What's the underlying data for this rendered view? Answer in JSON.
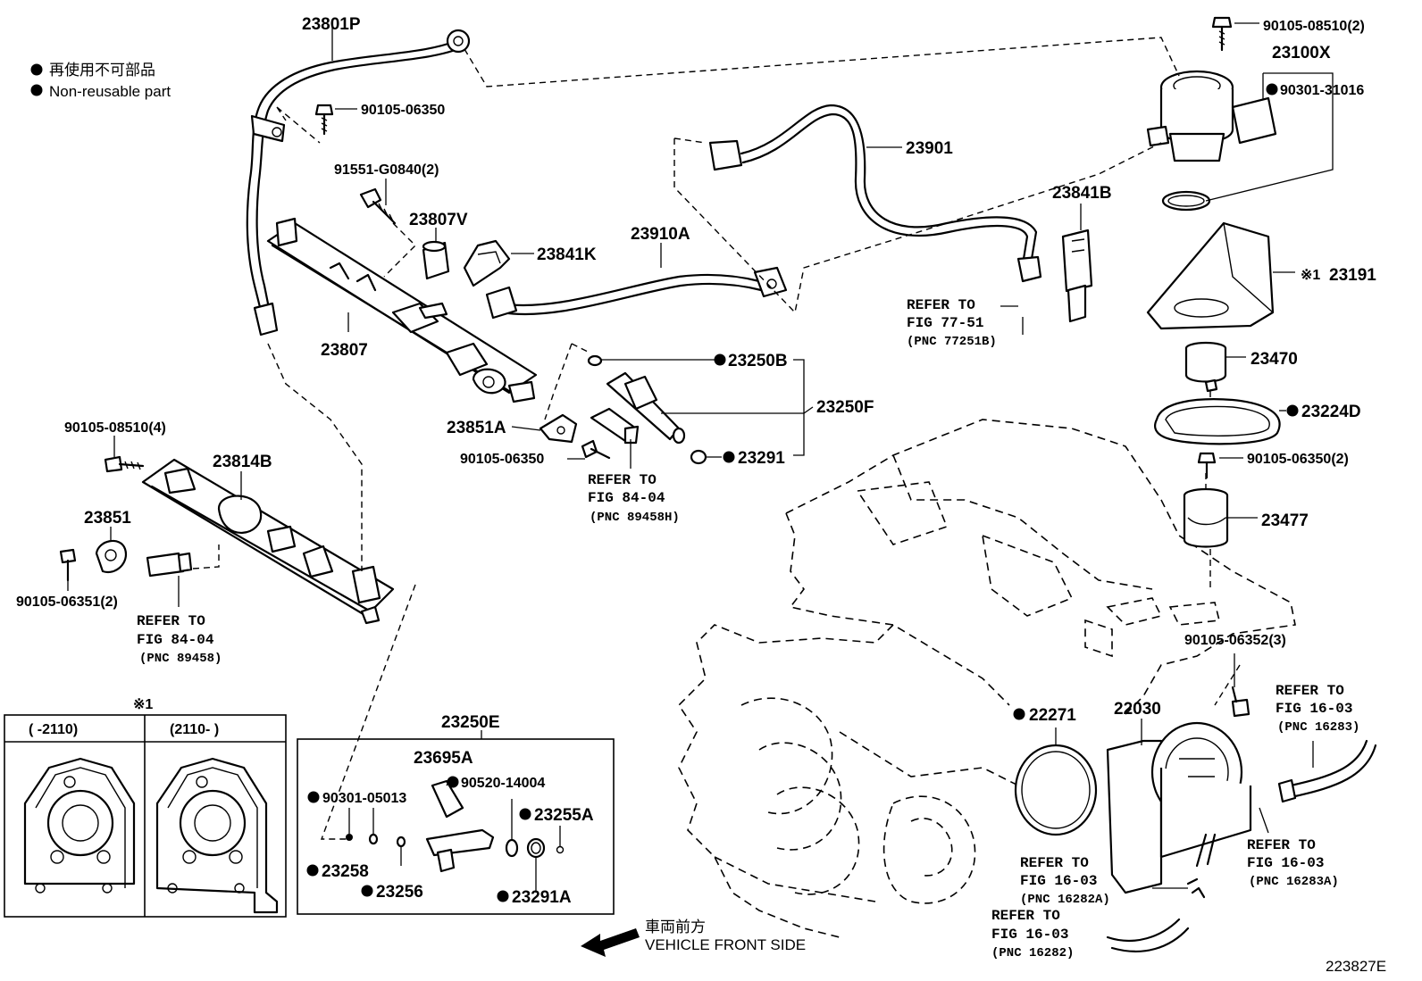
{
  "legend": {
    "line1": "再使用不可部品",
    "line2": "Non-reusable part"
  },
  "parts": {
    "p23801P": "23801P",
    "p90105_06350_top": "90105-06350",
    "p91551_G0840": "91551-G0840(2)",
    "p23807V": "23807V",
    "p23807": "23807",
    "p23841K": "23841K",
    "p23910A": "23910A",
    "p23901": "23901",
    "p23841B": "23841B",
    "p90105_08510_2": "90105-08510(2)",
    "p23100X": "23100X",
    "p90301_31016": "90301-31016",
    "p23191": "23191",
    "p23191_mark": "※1",
    "p23470": "23470",
    "p23224D": "23224D",
    "p90105_06350_2": "90105-06350(2)",
    "p23477": "23477",
    "p90105_06352_3": "90105-06352(3)",
    "p23250B": "23250B",
    "p23250F": "23250F",
    "p23291": "23291",
    "p23851A": "23851A",
    "p90105_06350_mid": "90105-06350",
    "p90105_08510_4": "90105-08510(4)",
    "p23814B": "23814B",
    "p23851": "23851",
    "p90105_06351_2": "90105-06351(2)",
    "p23250E": "23250E",
    "p23695A": "23695A",
    "p90520_14004": "90520-14004",
    "p90301_05013": "90301-05013",
    "p23255A": "23255A",
    "p23258": "23258",
    "p23256": "23256",
    "p23291A": "23291A",
    "p22271": "22271",
    "p22030": "22030"
  },
  "refs": {
    "r77_51": {
      "line1": "REFER TO",
      "line2": "FIG 77-51",
      "line3": "(PNC 77251B)"
    },
    "r84_04_mid": {
      "line1": "REFER TO",
      "line2": "FIG 84-04",
      "line3": "(PNC 89458H)"
    },
    "r84_04_left": {
      "line1": "REFER TO",
      "line2": "FIG 84-04",
      "line3": "(PNC 89458)"
    },
    "r16_03_a": {
      "line1": "REFER TO",
      "line2": "FIG 16-03",
      "line3": "(PNC 16283)"
    },
    "r16_03_b": {
      "line1": "REFER TO",
      "line2": "FIG 16-03",
      "line3": "(PNC 16283A)"
    },
    "r16_03_c": {
      "line1": "REFER TO",
      "line2": "FIG 16-03",
      "line3": "(PNC 16282A)"
    },
    "r16_03_d": {
      "line1": "REFER TO",
      "line2": "FIG 16-03",
      "line3": "(PNC 16282)"
    }
  },
  "inset": {
    "mark": "※1",
    "col1": "(    -2110)",
    "col2": "(2110-    )"
  },
  "direction": {
    "jp": "車両前方",
    "en": "VEHICLE FRONT SIDE"
  },
  "figure_id": "223827E"
}
